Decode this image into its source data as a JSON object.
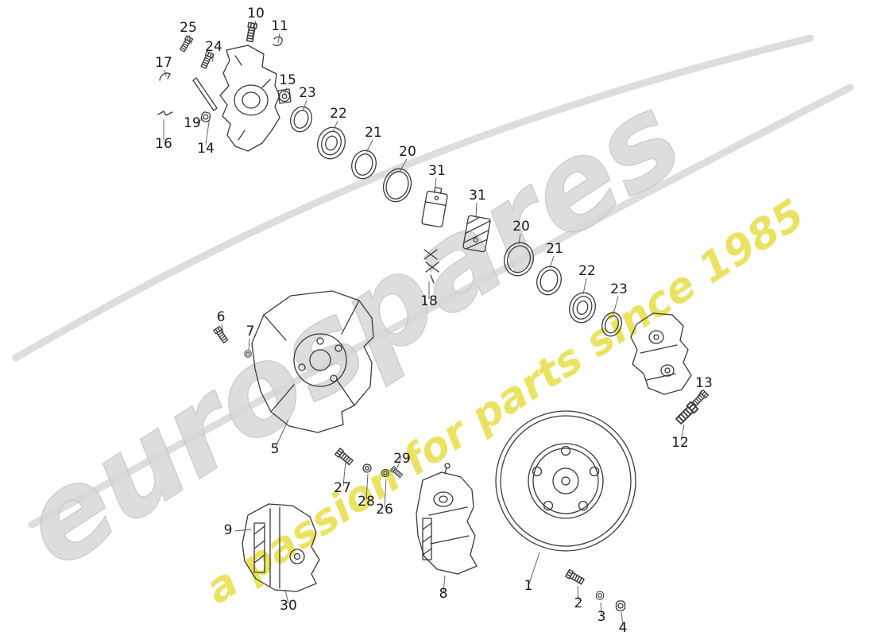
{
  "watermark": {
    "brand": "eurospares",
    "tagline": "a passion for parts since 1985",
    "brand_color": "#d8d8d8",
    "tagline_color": "#e8e052",
    "swoosh_color": "#dddddd"
  },
  "diagram": {
    "line_color": "#3a3a3a",
    "leader_color": "#555555",
    "label_color": "#1a1a1a",
    "labels": [
      {
        "label": "10"
      },
      {
        "label": "11"
      },
      {
        "label": "25"
      },
      {
        "label": "24"
      },
      {
        "label": "17"
      },
      {
        "label": "15"
      },
      {
        "label": "23"
      },
      {
        "label": "22"
      },
      {
        "label": "19"
      },
      {
        "label": "16"
      },
      {
        "label": "14"
      },
      {
        "label": "21"
      },
      {
        "label": "20"
      },
      {
        "label": "31"
      },
      {
        "label": "31"
      },
      {
        "label": "20"
      },
      {
        "label": "21"
      },
      {
        "label": "22"
      },
      {
        "label": "23"
      },
      {
        "label": "18"
      },
      {
        "label": "6"
      },
      {
        "label": "7"
      },
      {
        "label": "13"
      },
      {
        "label": "12"
      },
      {
        "label": "5"
      },
      {
        "label": "29"
      },
      {
        "label": "27"
      },
      {
        "label": "28"
      },
      {
        "label": "26"
      },
      {
        "label": "9"
      },
      {
        "label": "1"
      },
      {
        "label": "8"
      },
      {
        "label": "30"
      },
      {
        "label": "2"
      },
      {
        "label": "3"
      },
      {
        "label": "4"
      }
    ]
  }
}
